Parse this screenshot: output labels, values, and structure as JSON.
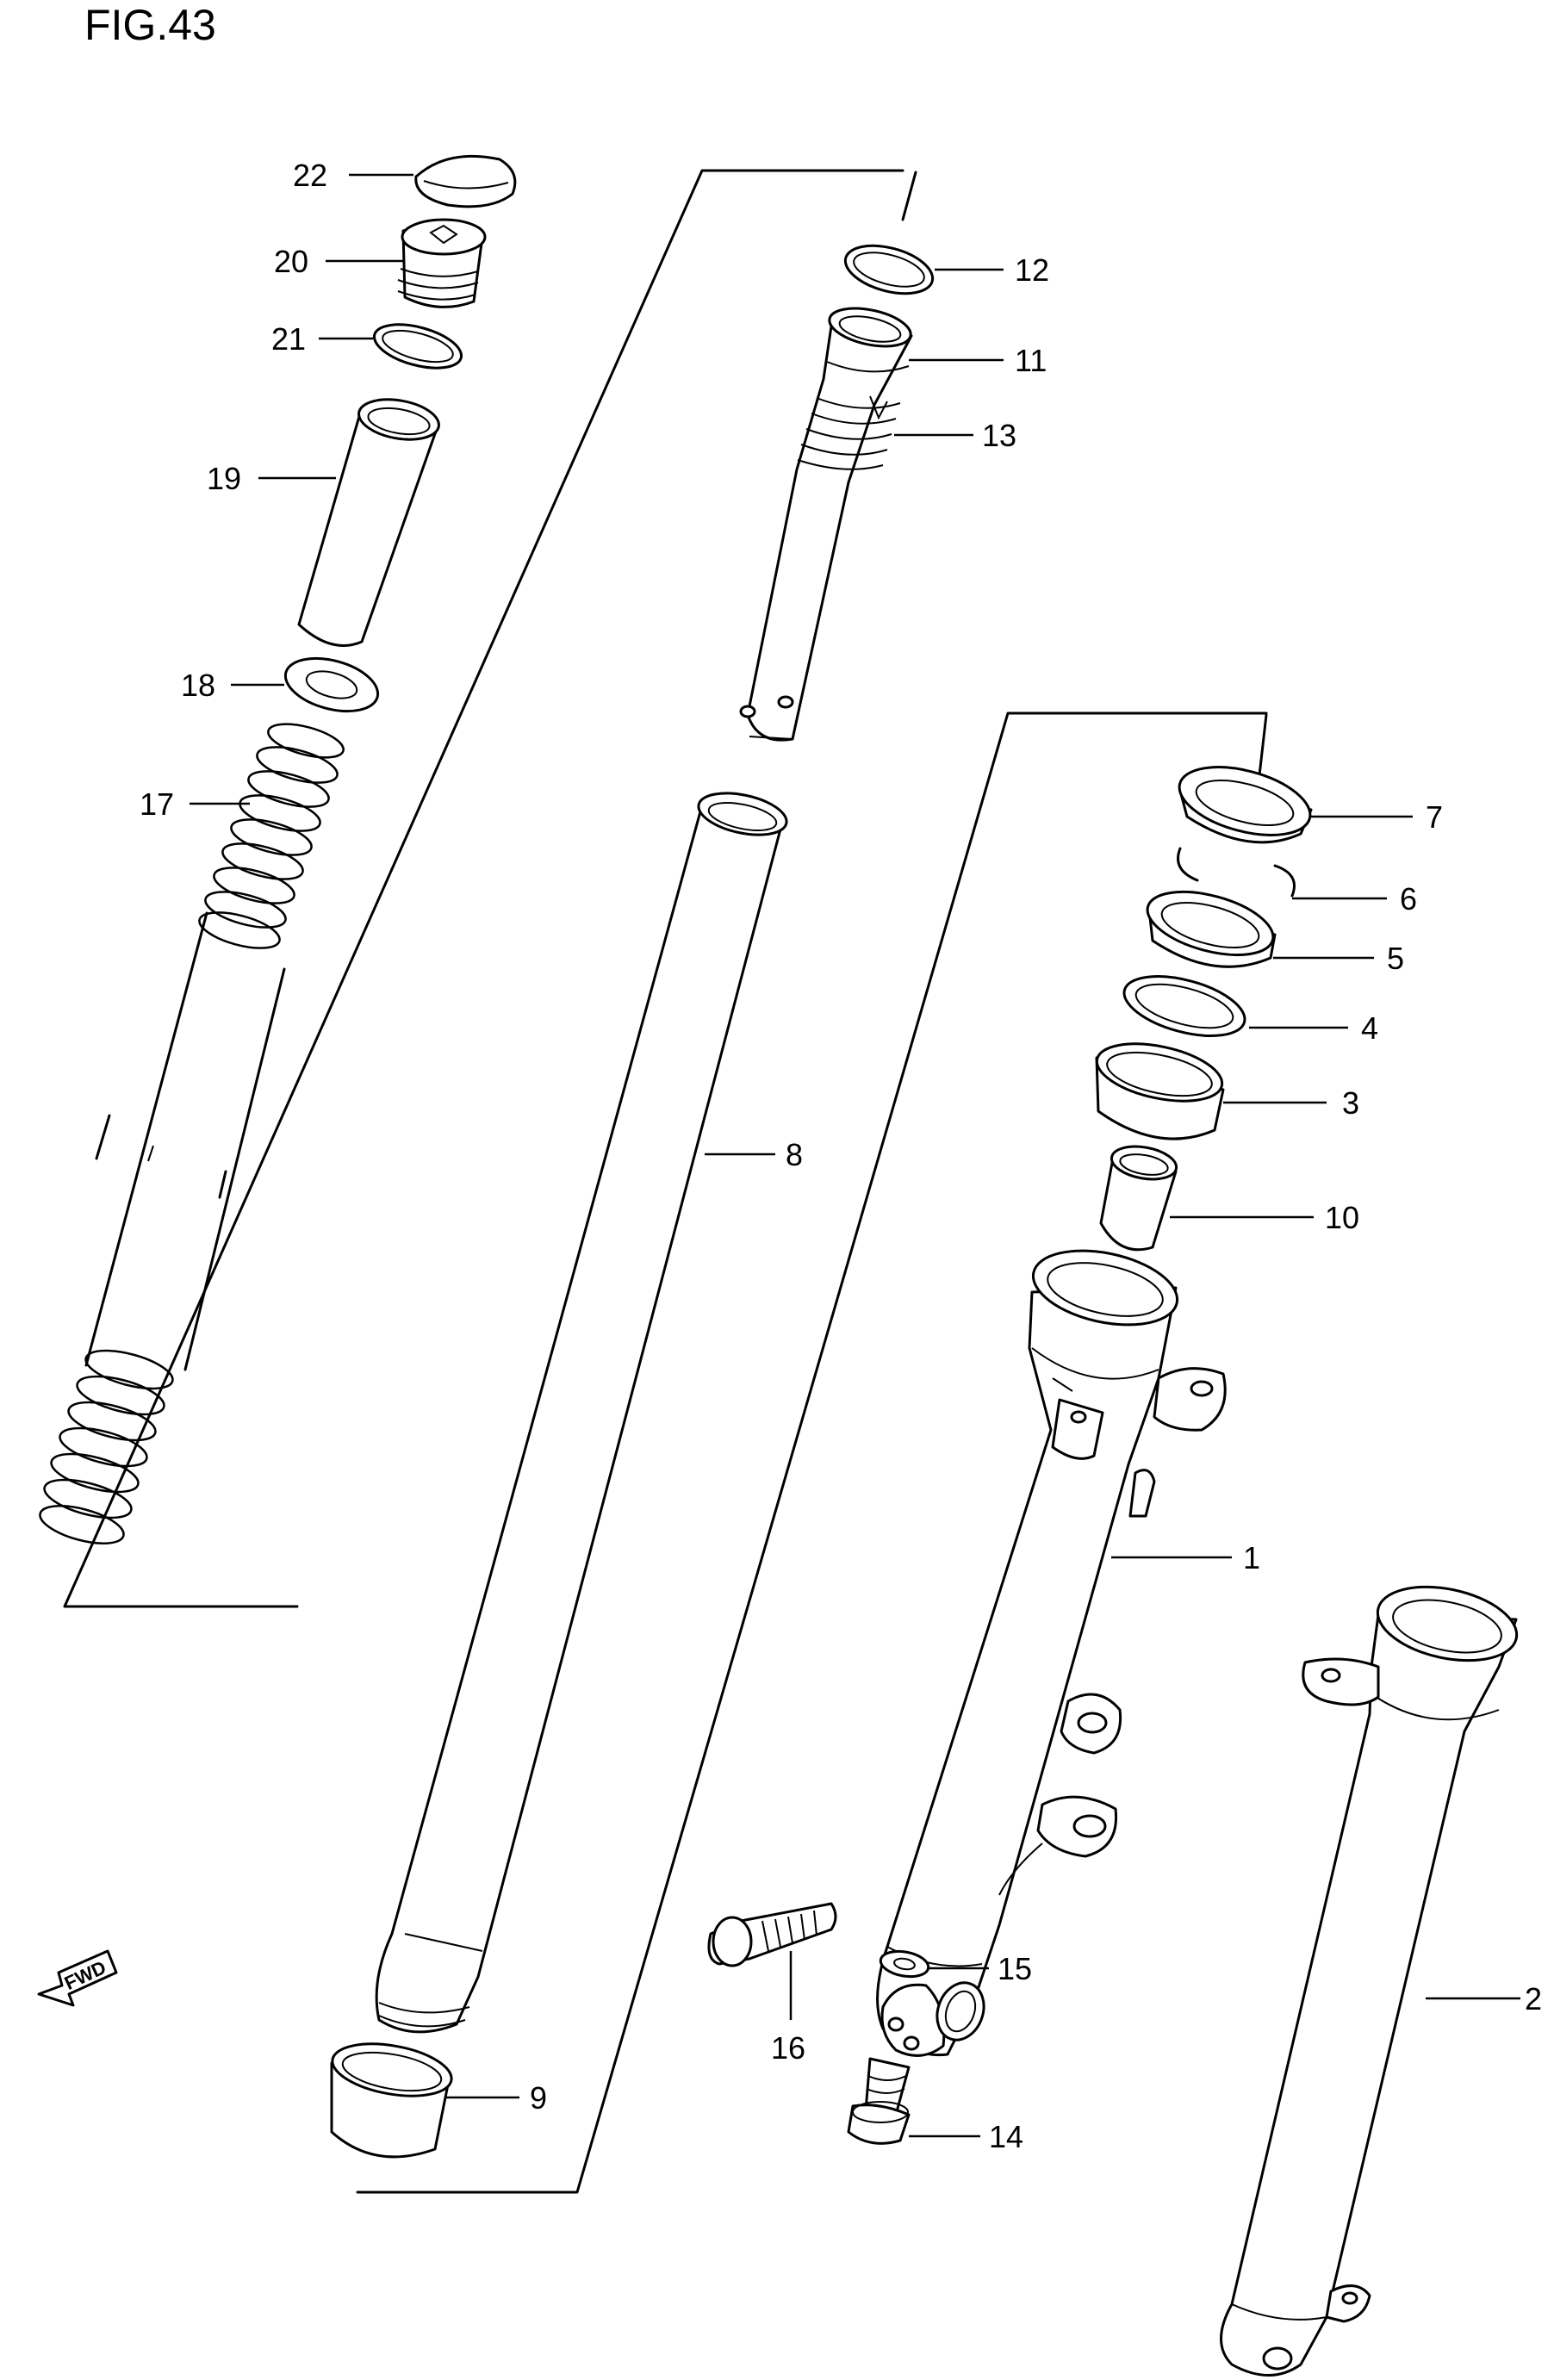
{
  "figure": {
    "title": "FIG.43"
  },
  "fwd_label": "FWD",
  "callouts": {
    "p1": "1",
    "p2": "2",
    "p3": "3",
    "p4": "4",
    "p5": "5",
    "p6": "6",
    "p7": "7",
    "p8": "8",
    "p9": "9",
    "p10": "10",
    "p11": "11",
    "p12": "12",
    "p13": "13",
    "p14": "14",
    "p15": "15",
    "p16": "16",
    "p17": "17",
    "p18": "18",
    "p19": "19",
    "p20": "20",
    "p21": "21",
    "p22": "22"
  }
}
